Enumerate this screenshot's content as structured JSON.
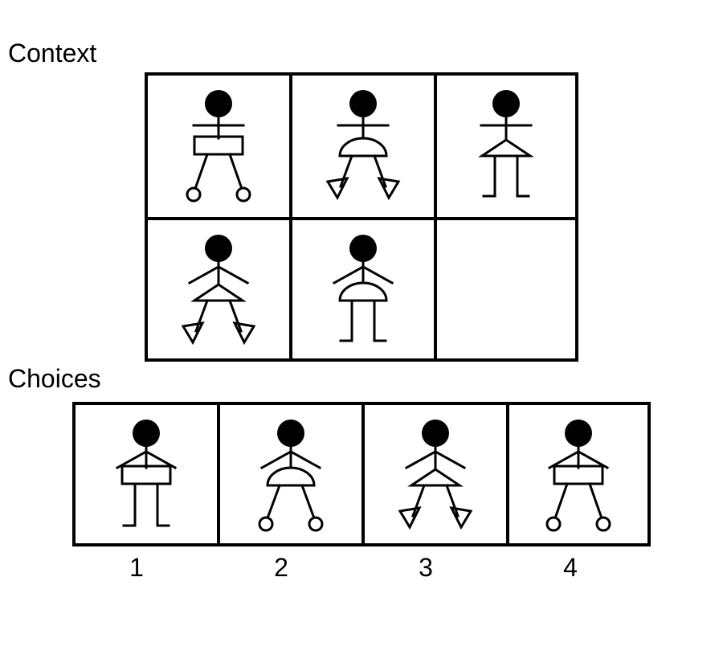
{
  "labels": {
    "context": "Context",
    "choices": "Choices"
  },
  "context": [
    {
      "arms": "flat",
      "body": "rectangle",
      "legs": "angled",
      "feet": "circle"
    },
    {
      "arms": "flat",
      "body": "semicircle",
      "legs": "angled",
      "feet": "triangle"
    },
    {
      "arms": "flat",
      "body": "triangle",
      "legs": "straight",
      "feet": "flat"
    },
    {
      "arms": "down",
      "body": "triangle",
      "legs": "angled",
      "feet": "triangle"
    },
    {
      "arms": "down",
      "body": "semicircle",
      "legs": "straight",
      "feet": "flat"
    },
    null
  ],
  "choices": [
    {
      "number": "1",
      "arms": "down",
      "body": "rectangle",
      "legs": "straight",
      "feet": "flat"
    },
    {
      "number": "2",
      "arms": "down",
      "body": "semicircle",
      "legs": "angled",
      "feet": "circle"
    },
    {
      "number": "3",
      "arms": "down",
      "body": "triangle",
      "legs": "angled",
      "feet": "triangle"
    },
    {
      "number": "4",
      "arms": "down",
      "body": "rectangle",
      "legs": "angled",
      "feet": "circle"
    }
  ]
}
